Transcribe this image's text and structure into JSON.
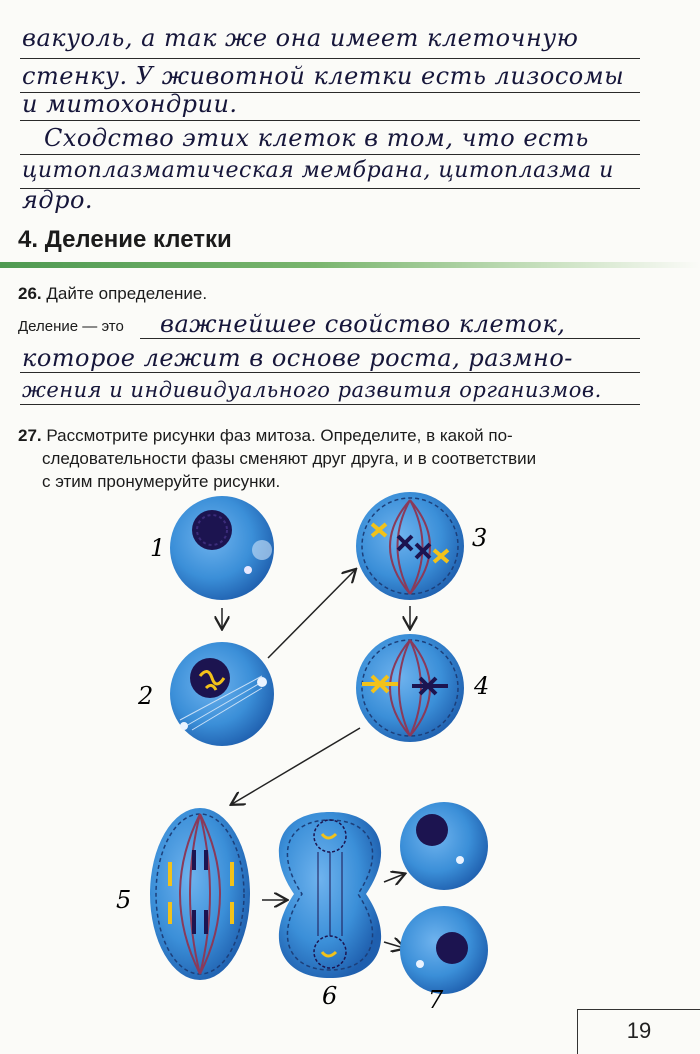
{
  "handwriting": {
    "line1": "вакуоль, а так же она имеет клеточную",
    "line2": "стенку. У животной клетки есть лизосомы",
    "line3": "и митохондрии.",
    "line4": "Сходство этих клеток в том, что есть",
    "line5": "цитоплазматическая мембрана, цитоплазма и",
    "line6": "ядро."
  },
  "section": {
    "number": "4.",
    "title": "Деление клетки"
  },
  "task26": {
    "number": "26.",
    "prompt": "Дайте определение.",
    "lead": "Деление — это",
    "answer1": "важнейшее свойство клеток,",
    "answer2": "которое лежит в основе роста, размно-",
    "answer3": "жения и индивидуального развития организмов."
  },
  "task27": {
    "number": "27.",
    "text1": "Рассмотрите рисунки фаз митоза. Определите, в какой по-",
    "text2": "следовательности фазы сменяют друг друга, и в соответствии",
    "text3": "с этим пронумеруйте рисунки."
  },
  "figure_labels": {
    "f1": "1",
    "f2": "2",
    "f3": "3",
    "f4": "4",
    "f5": "5",
    "f6": "6",
    "f7": "7"
  },
  "page_number": "19",
  "colors": {
    "cell": "#3b8fd8",
    "cell_dark": "#1f5fae",
    "spindle": "#8a3a5a",
    "chromosome_yellow": "#f2c21a",
    "chromosome_dark": "#1c1450",
    "accent_green": "#5aa25a"
  }
}
